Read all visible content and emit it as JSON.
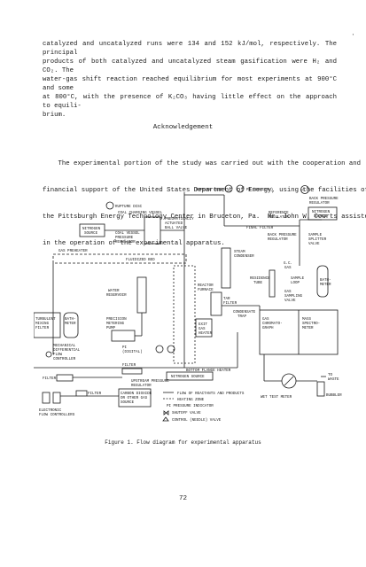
{
  "body": {
    "para1_lines": [
      "catalyzed and uncatalyzed runs were 134 and 152 kJ/mol, respectively.  The principal",
      "products of both catalyzed and uncatalyzed steam gasification were H₂ and CO₂.  The",
      "water-gas shift reaction reached equilibrium for most experiments at 900°C and some",
      "at 800°C, with the presence of K₂CO₃ having little effect on the approach to equili-",
      "brium."
    ],
    "ack_heading": "Acknowledgement",
    "para2_lines": [
      "    The experimental portion of the study was carried out with the cooperation and",
      "financial support of the United States Department of Energy, using the facilities of",
      "the Pittsburgh Energy Technology Center in Bruceton, Pa.  Mr. John W. Courts assisted",
      "in the operation of the experimental apparatus."
    ],
    "caption": "Figure 1. Flow diagram for experimental apparatus",
    "page_number": "72",
    "margin_mark": "·"
  },
  "figure": {
    "rupture_disc_top": "RUPTURE DISC",
    "pi_digital_top": "PI (DIGITAL)",
    "pi_symbol": "PI",
    "rupture_disc_left": "RUPTURE DISC",
    "coal_charging_vessel": "COAL CHARGING VESSEL",
    "pneumatically_1": "PNEUMATICALLY",
    "pneumatically_2": "ACTUATED",
    "pneumatically_3": "BALL VALVE",
    "nitrogen_source_1": "NITROGEN",
    "nitrogen_source_2": "SOURCE",
    "coal_vessel_1": "COAL VESSEL",
    "coal_vessel_2": "PRESSURE",
    "coal_vessel_3": "REGULATOR",
    "gas_preheater": "GAS PREHEATER",
    "fluidized_bed": "FLUIDIZED BED",
    "final_filter": "FINAL FILTER",
    "reference_reg_1": "REFERENCE",
    "reference_reg_2": "REGULATOR",
    "back_pressure_reg_1": "BACK PRESSURE",
    "back_pressure_reg_2": "REGULATOR",
    "back_pressure_reg_r1": "BACK PRESSURE",
    "back_pressure_reg_r2": "REGULATOR",
    "nitrogen_right_1": "NITROGEN",
    "nitrogen_right_2": "SOURCE",
    "steam_condenser_1": "STEAM",
    "steam_condenser_2": "CONDENSER",
    "sample_splitter_1": "SAMPLE",
    "sample_splitter_2": "SPLITTER",
    "sample_splitter_3": "VALVE",
    "gc_gas_1": "G.C.",
    "gc_gas_2": "GAS",
    "residence_tube_1": "RESIDENCE",
    "residence_tube_2": "TUBE",
    "sample_loop_1": "SAMPLE",
    "sample_loop_2": "LOOP",
    "gas_sampling_1": "GAS",
    "gas_sampling_2": "SAMPLING",
    "gas_sampling_3": "VALVE",
    "bath_meter_right_1": "BATH-",
    "bath_meter_right_2": "METER",
    "water_reservoir_1": "WATER",
    "water_reservoir_2": "RESERVOIR",
    "precision_pump_1": "PRECISION",
    "precision_pump_2": "METERING",
    "precision_pump_3": "PUMP",
    "reactor_furnace_1": "REACTOR",
    "reactor_furnace_2": "FURNACE",
    "tar_filter_1": "TAR",
    "tar_filter_2": "FILTER",
    "condensate_trap_1": "CONDENSATE",
    "condensate_trap_2": "TRAP",
    "exit_gas_heater_1": "EXIT",
    "exit_gas_heater_2": "GAS",
    "exit_gas_heater_3": "HEATER",
    "gas_chromatograph_1": "GAS",
    "gas_chromatograph_2": "CHROMATO-",
    "gas_chromatograph_3": "GRAPH",
    "mass_spectrometer_1": "MASS",
    "mass_spectrometer_2": "SPECTRO-",
    "mass_spectrometer_3": "METER",
    "turbulent_1": "TURBULENT",
    "turbulent_2": "MIXING",
    "turbulent_3": "FILTER",
    "bath_meter_left_1": "BATH-",
    "bath_meter_left_2": "METER",
    "mech_controller_1": "MECHANICAL",
    "mech_controller_2": "DIFFERENTIAL",
    "mech_controller_3": "FLOW",
    "mech_controller_4": "CONTROLLER",
    "pi_digital_mid_1": "PI",
    "pi_digital_mid_2": "(DIGITAL)",
    "filter_left": "FILTER",
    "filter_mid": "FILTER",
    "bottom_flange_heater": "BOTTOM FLANGE HEATER",
    "upstream_reg_1": "UPSTREAM PRESSURE",
    "upstream_reg_2": "REGULATOR",
    "nitrogen_bottom": "NITROGEN SOURCE",
    "filter_bottom": "FILTER",
    "carbon_source_1": "CARBON DIOXIDE",
    "carbon_source_2": "OR OTHER GAS",
    "carbon_source_3": "SOURCE",
    "electronic_fc_1": "ELECTRONIC",
    "electronic_fc_2": "FLOW CONTROLLERS",
    "legend_1": "FLOW OF REACTANTS AND PRODUCTS",
    "legend_2": "HEATING ZONE",
    "legend_3": "PI  PRESSURE INDICATOR",
    "legend_4": "SHUTOFF VALVE",
    "legend_5": "CONTROL (NEEDLE) VALVE",
    "wet_test_meter": "WET TEST METER",
    "to_waste_1": "TO",
    "to_waste_2": "WASTE",
    "bubbler": "BUBBLER"
  }
}
